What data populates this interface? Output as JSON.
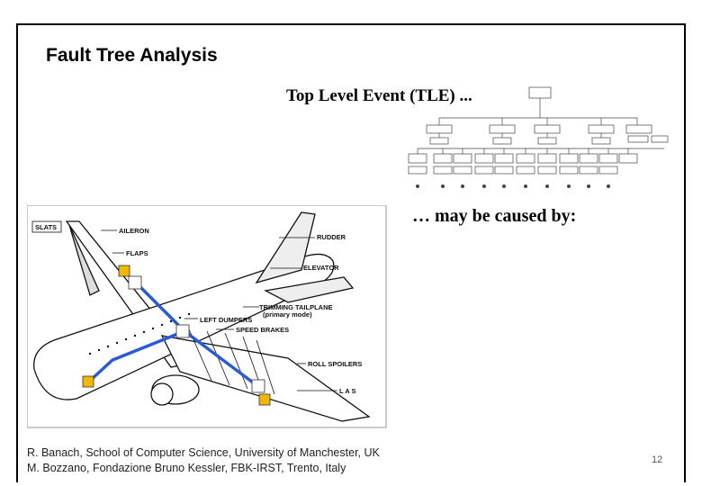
{
  "slide": {
    "title": "Fault Tree Analysis",
    "tle_text": "Top Level Event (TLE) ...",
    "caused_text": "… may be caused by:",
    "footer_line1": "R. Banach, School of  Computer Science, University of Manchester, UK",
    "footer_line2": "M. Bozzano, Fondazione Bruno Kessler, FBK-IRST, Trento, Italy",
    "page_number": "12"
  },
  "aircraft_labels": {
    "slats": "SLATS",
    "aileron": "AILERON",
    "flaps": "FLAPS",
    "rudder": "RUDDER",
    "elevator": "ELEVATOR",
    "trimming": "TRIMMING TAILPLANE",
    "primary_mode": "(primary mode)",
    "left_dumpers": "LEFT DUMPERS",
    "speed_brakes": "SPEED BRAKES",
    "roll_spoilers": "ROLL SPOILERS",
    "las": "L A S"
  },
  "colors": {
    "link_blue": "#2a5bd7",
    "actuator_yellow": "#f2b705",
    "frame": "#000000"
  }
}
